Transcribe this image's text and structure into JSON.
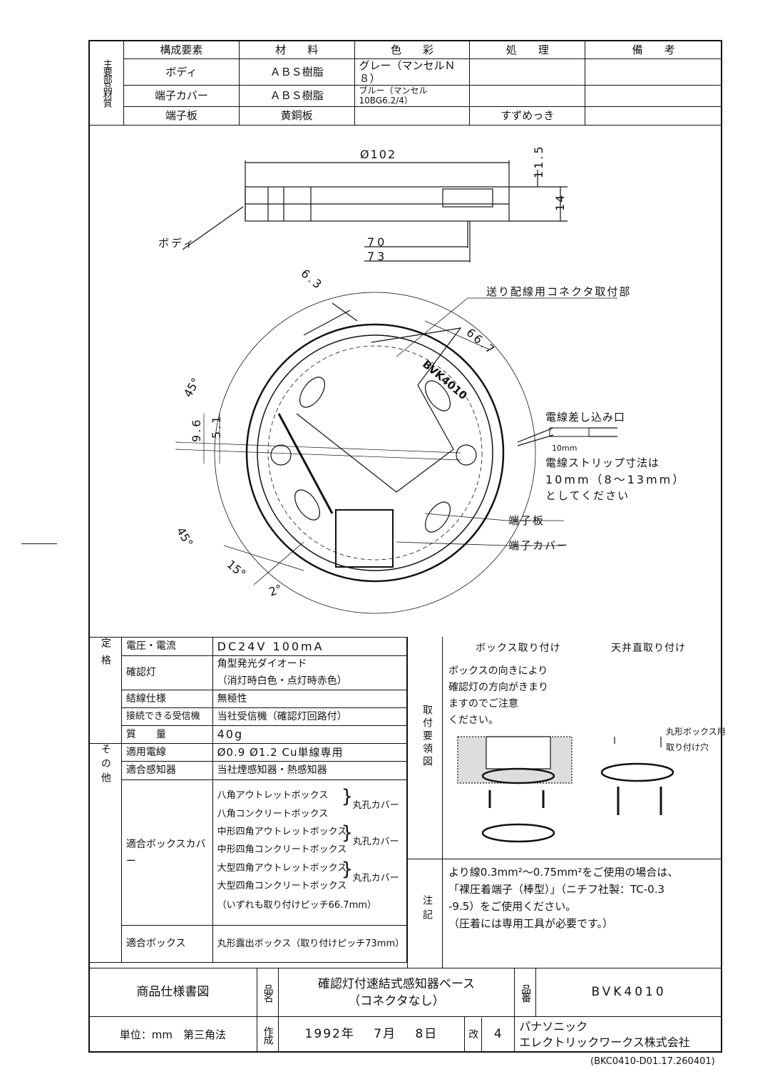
{
  "materials": {
    "side_label": "主要部品材質",
    "headers": [
      "構成要素",
      "材　　料",
      "色　　彩",
      "処　　理",
      "備　　考"
    ],
    "rows": [
      [
        "ボディ",
        "ＡＢＳ樹脂",
        "グレー（マンセルＮ８）",
        "",
        ""
      ],
      [
        "端子カバー",
        "ＡＢＳ樹脂",
        "ブルー（マンセル10BG6.2/4）",
        "",
        ""
      ],
      [
        "端子板",
        "黄銅板",
        "",
        "すずめっき",
        ""
      ]
    ]
  },
  "drawing": {
    "dim_dia": "Ø102",
    "dim_11_5": "11.5",
    "dim_14": "14",
    "dim_70": "70",
    "dim_73": "73",
    "label_body": "ボディ",
    "dim_6_3": "6.3",
    "label_connector": "送り配線用コネクタ取付部",
    "dim_66_7": "66.7",
    "model_stamp": "BVK4010",
    "angle_45_top": "45°",
    "angle_45_bottom": "45°",
    "dim_9_6": "9.6",
    "dim_5_1": "5.1",
    "angle_15": "15°",
    "angle_2": "2°",
    "label_wire_insert": "電線差し込み口",
    "strip_10mm": "10mm",
    "strip_note_1": "電線ストリップ寸法は",
    "strip_note_2": "10mm（8～13mm）",
    "strip_note_3": "としてください",
    "label_terminal_plate": "端子板",
    "label_terminal_cover": "端子カバー"
  },
  "spec": {
    "rating_label": "定格",
    "other_label": "その他",
    "rows": [
      {
        "k": "電圧・電流",
        "v": "DC24V 100mA"
      },
      {
        "k": "確認灯",
        "v": "角型発光ダイオード"
      },
      {
        "k": "",
        "v": "（消灯時白色・点灯時赤色）"
      },
      {
        "k": "結線仕様",
        "v": "無極性"
      },
      {
        "k": "接続できる受信機",
        "v": "当社受信機（確認灯回路付）"
      },
      {
        "k": "質　　量",
        "v": "40g"
      },
      {
        "k": "適用電線",
        "v": "Ø0.9 Ø1.2 Cu単線専用"
      },
      {
        "k": "適合感知器",
        "v": "当社煙感知器・熱感知器"
      }
    ],
    "box_cover_label": "適合ボックスカバー",
    "box_cover_lines": [
      "八角アウトレットボックス",
      "八角コンクリートボックス",
      "中形四角アウトレットボックス",
      "中形四角コンクリートボックス",
      "大型四角アウトレットボックス",
      "大型四角コンクリートボックス",
      "（いずれも取り付けピッチ66.7mm）"
    ],
    "round_cover": "丸孔カバー",
    "box_label": "適合ボックス",
    "box_value": "丸形露出ボックス（取り付けピッチ73mm）"
  },
  "install": {
    "side_label": "取付要領図",
    "box_title": "ボックス取り付け",
    "ceiling_title": "天井直取り付け",
    "box_note": [
      "ボックスの向きにより",
      "確認灯の方向がきまり",
      "ますのでご注意",
      "ください。"
    ],
    "hole_label_1": "丸形ボックス用",
    "hole_label_2": "取り付け穴"
  },
  "notes": {
    "side_label": "注記",
    "lines": [
      "より線0.3mm²～0.75mm²をご使用の場合は、",
      "「裸圧着端子（棒型）」（ニチフ社製：TC-0.3",
      "-9.5）をご使用ください。",
      "（圧着には専用工具が必要です。）"
    ]
  },
  "title_block": {
    "doc_type": "商品仕様書図",
    "name_label": "品名",
    "name_1": "確認灯付速結式感知器ベース",
    "name_2": "（コネクタなし）",
    "number_label": "品番",
    "number": "BVK4010",
    "unit": "単位：mm　第三角法",
    "made_label": "作成",
    "date": "1992年　 7月　 8日",
    "rev_label": "改",
    "rev": "4",
    "company_1": "パナソニック",
    "company_2": "エレクトリックワークス株式会社",
    "footer_code": "(BKC0410-D01.17.260401)"
  }
}
